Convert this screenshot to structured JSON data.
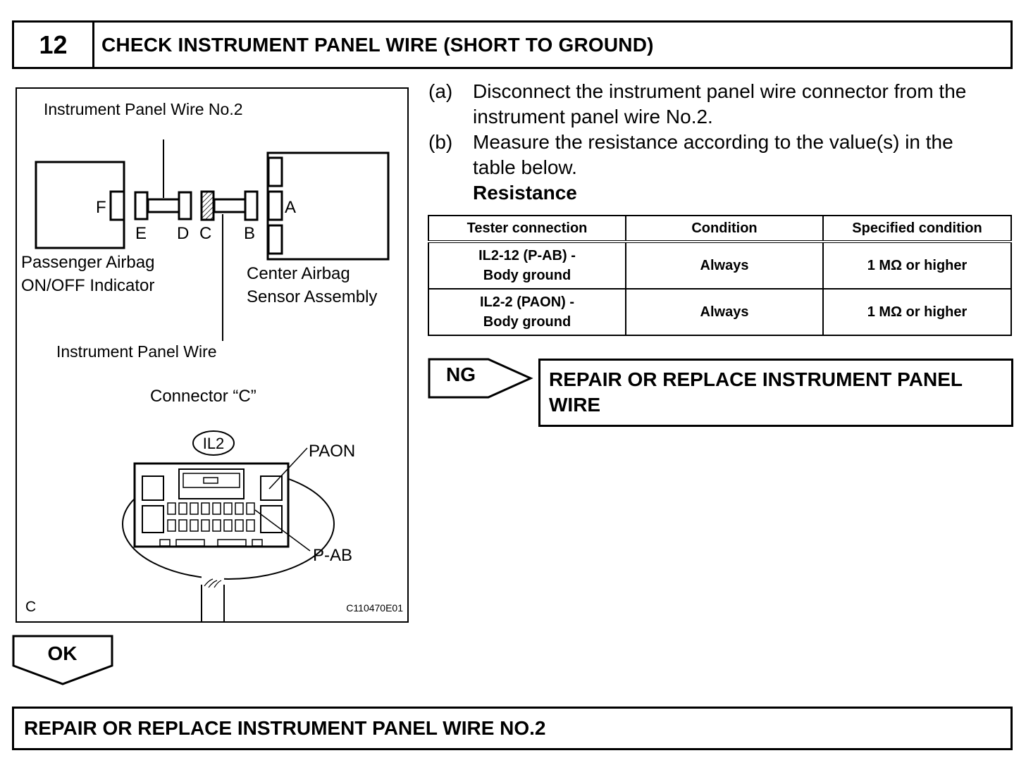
{
  "header": {
    "step_number": "12",
    "title": "CHECK INSTRUMENT PANEL WIRE (SHORT TO GROUND)"
  },
  "figure": {
    "label_instrument_panel_wire_no2": "Instrument Panel Wire No.2",
    "label_F": "F",
    "label_A": "A",
    "label_E": "E",
    "label_D": "D",
    "label_C": "C",
    "label_B": "B",
    "passenger_airbag_line1": "Passenger Airbag",
    "passenger_airbag_line2": "ON/OFF Indicator",
    "center_airbag_line1": "Center Airbag",
    "center_airbag_line2": "Sensor Assembly",
    "label_instrument_panel_wire": "Instrument Panel Wire",
    "connector_title": "Connector “C”",
    "connector_code": "IL2",
    "pin_paon": "PAON",
    "pin_pab": "P-AB",
    "corner_letter": "C",
    "figure_code": "C110470E01"
  },
  "instructions": [
    {
      "label": "(a)",
      "lines": [
        "Disconnect the instrument panel wire connector from the",
        "instrument panel wire No.2."
      ]
    },
    {
      "label": "(b)",
      "lines": [
        "Measure the resistance according to the value(s) in the",
        "table below."
      ]
    }
  ],
  "resistance_heading": "Resistance",
  "table": {
    "headers": [
      "Tester connection",
      "Condition",
      "Specified condition"
    ],
    "rows": [
      {
        "connection_line1": "IL2-12 (P-AB) -",
        "connection_line2": "Body ground",
        "condition": "Always",
        "specified": "1 MΩ or higher"
      },
      {
        "connection_line1": "IL2-2 (PAON) -",
        "connection_line2": "Body ground",
        "condition": "Always",
        "specified": "1 MΩ or higher"
      }
    ]
  },
  "results": {
    "ng_label": "NG",
    "ng_action_line1": "REPAIR OR REPLACE INSTRUMENT PANEL",
    "ng_action_line2": "WIRE",
    "ok_label": "OK",
    "ok_action": "REPAIR OR REPLACE INSTRUMENT PANEL WIRE NO.2"
  }
}
